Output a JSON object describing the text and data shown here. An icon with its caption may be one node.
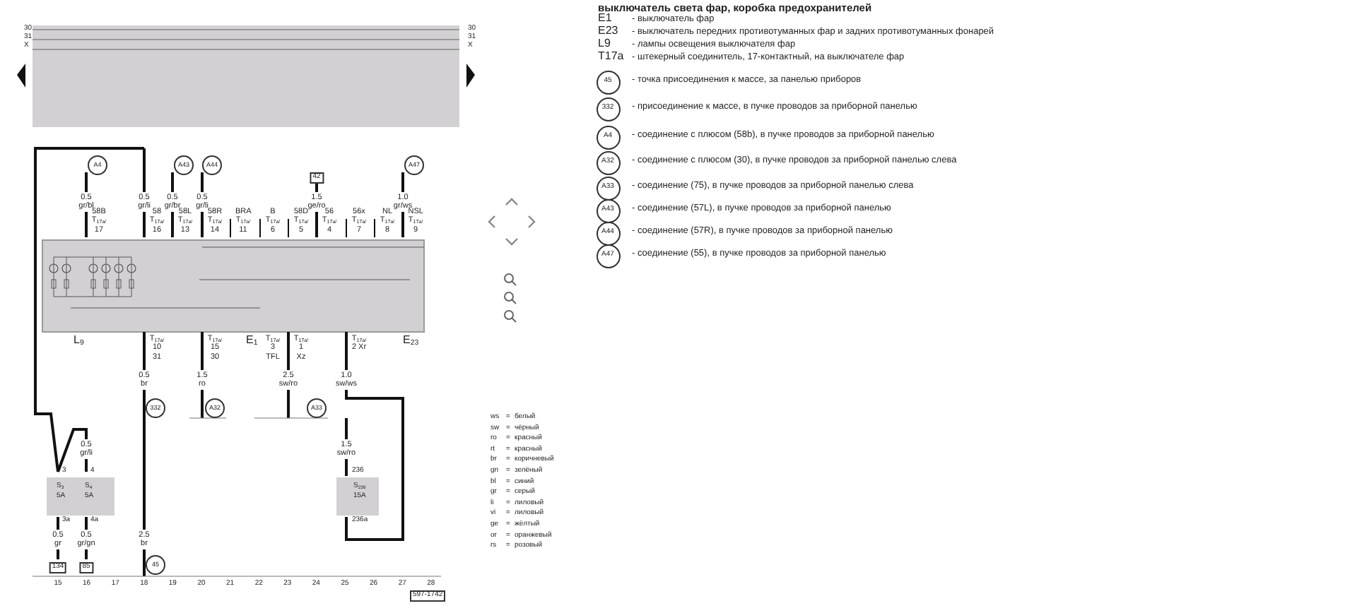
{
  "diagram": {
    "title": "выключатель света фар, коробка предохранителей",
    "labels": [
      "30",
      "31",
      "X",
      "30",
      "31",
      "X",
      "A4",
      "A43",
      "A44",
      "42",
      "A47",
      "0.5 gr/bl",
      "0.5 gr/li",
      "0.5 gr/br",
      "0.5 gr/li",
      "1.5 ge/ro",
      "1.0 gr/ws",
      "58B T$_{17a/}$ 17",
      "58 T$_{17a/}$ 16",
      "58L T$_{17a/}$ 13",
      "58R T$_{17a/}$ 14",
      "BRA T$_{17a/}$ 11",
      "B T$_{17a/}$ 6",
      "58D T$_{17a/}$ 5",
      "56 T$_{17a/}$ 4",
      "56x T$_{17a/}$ 7",
      "NL T$_{17a/}$ 8",
      "NSL T$_{17a/}$ 9",
      "L$_{9}$",
      "T$_{17a/}$ 10 31",
      "T$_{17a/}$ 15 30",
      "E$_{1}$",
      "T$_{17a/}$ 3 TFL",
      "T$_{17a/}$ 1 Xz",
      "T$_{17a/}$ 2 Xr",
      "E$_{23}$",
      "0.5 br",
      "1.5 ro",
      "2.5 sw/ro",
      "1.0 sw/ws",
      "332",
      "A32",
      "A33",
      "0.5 gr/li",
      "1.5 sw/ro",
      "3",
      "4",
      "236",
      "S$_{3}$ 5A",
      "S$_{4}$ 5A",
      "S$_{236}$ 15A",
      "3a",
      "4a",
      "236a",
      "0.5 gr",
      "0.5 gr/gn",
      "2.5 br",
      "134",
      "85",
      "45",
      "15",
      "16",
      "17",
      "18",
      "19",
      "20",
      "21",
      "22",
      "23",
      "24",
      "25",
      "26",
      "27",
      "28",
      "597-1742",
      "ws",
      "=",
      "белый",
      "sw",
      "=",
      "чёрный",
      "ro",
      "=",
      "красный",
      "rt",
      "=",
      "красный",
      "br",
      "=",
      "коричневый",
      "gn",
      "=",
      "зелёный",
      "bl",
      "=",
      "синий",
      "gr",
      "=",
      "серый",
      "li",
      "=",
      "лиловый",
      "vi",
      "=",
      "лиловый",
      "ge",
      "=",
      "жёлтый",
      "or",
      "=",
      "оранжевый",
      "rs",
      "=",
      "розовый",
      "E1",
      "- выключатель фар",
      "E23",
      "- выключатель передних противотуманных фар и задних противотуманных фонарей",
      "L9",
      "- лампы освещения выключателя фар",
      "T17a",
      "- штекерный соединитель, 17-контактный, на выключателе фар",
      "45",
      "- точка присоединения к массе, за панелью приборов",
      "332",
      "- присоединение к массе, в пучке проводов за приборной панелью",
      "A4",
      "- соединение с плюсом (58b), в пучке проводов за приборной панелью",
      "A32",
      "- соединение с плюсом (30), в пучке проводов за приборной панелью слева",
      "A33",
      "- соединение (75), в пучке проводов за приборной панелью слева",
      "A43",
      "- соединение (57L), в пучке проводов за приборной панелью",
      "A44",
      "- соединение (57R), в пучке проводов за приборной панелью",
      "A47",
      "- соединение (55), в пучке проводов за приборной панелью"
    ]
  }
}
